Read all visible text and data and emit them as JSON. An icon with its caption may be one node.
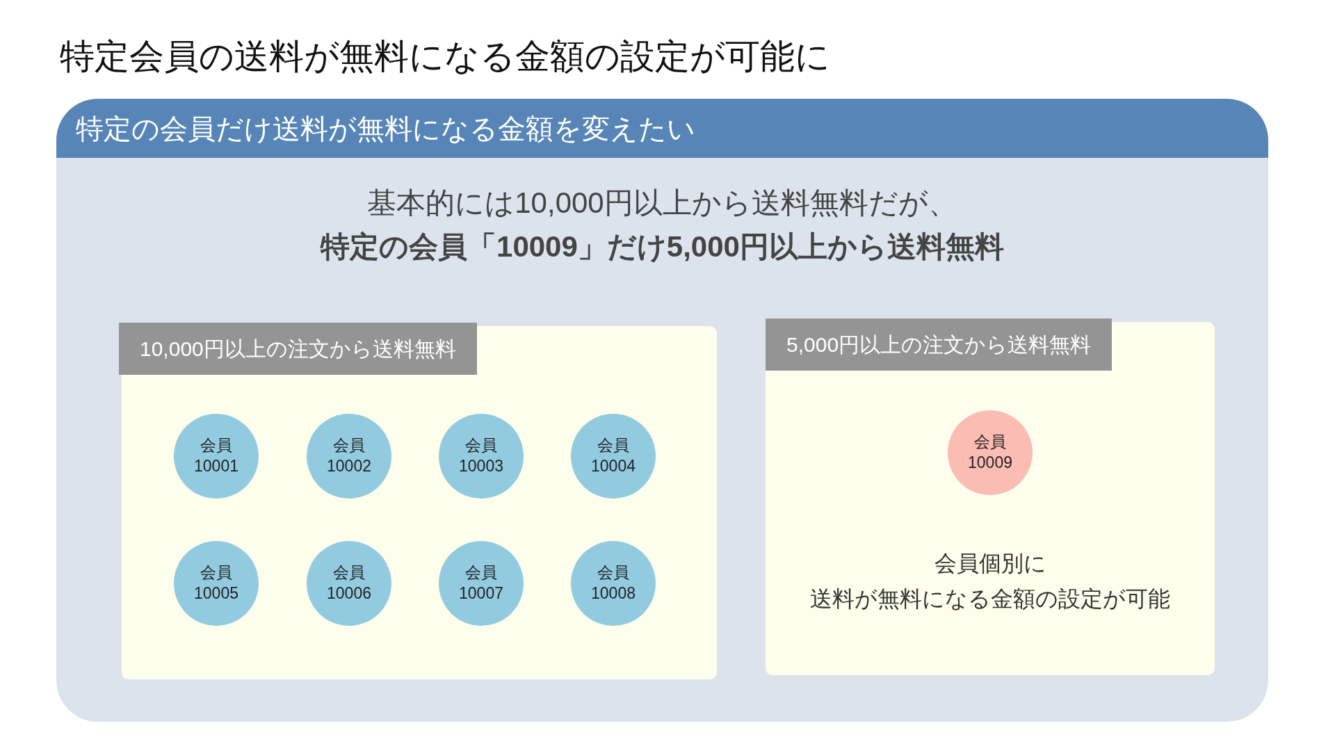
{
  "diagram": {
    "title": "特定会員の送料が無料になる金額の設定が可能に",
    "nodes": [
      {
        "text": [
          "特定の会員だけ送料が無料になる金額を変えたい",
          "基本的には10,000円以上から送料無料だが、",
          "特定の会員「10009」だけ5,000円以上から送料無料"
        ]
      },
      {
        "text": [],
        "shape": "box",
        "in": 0
      },
      {
        "text": [
          "10,000円以上の注文から送料無料"
        ],
        "in": 1
      },
      {
        "text": [
          "会員 10001"
        ],
        "in": 1
      },
      {
        "text": [
          "会員 10002"
        ],
        "in": 1
      },
      {
        "text": [
          "会員 10003"
        ],
        "in": 1
      },
      {
        "text": [
          "会員 10004"
        ],
        "in": 1
      },
      {
        "text": [
          "会員 10005"
        ],
        "in": 1
      },
      {
        "text": [
          "会員 10006"
        ],
        "in": 1
      },
      {
        "text": [
          "会員 10007"
        ],
        "in": 1
      },
      {
        "text": [
          "会員 10008"
        ],
        "in": 1
      },
      {
        "text": [
          "会員個別に",
          "送料が無料になる金額の設定が可能"
        ],
        "in": 0
      },
      {
        "text": [
          "5,000円以上の注文から送料無料"
        ],
        "in": 11
      },
      {
        "text": [
          "会員 10009"
        ],
        "in": 11
      }
    ]
  }
}
